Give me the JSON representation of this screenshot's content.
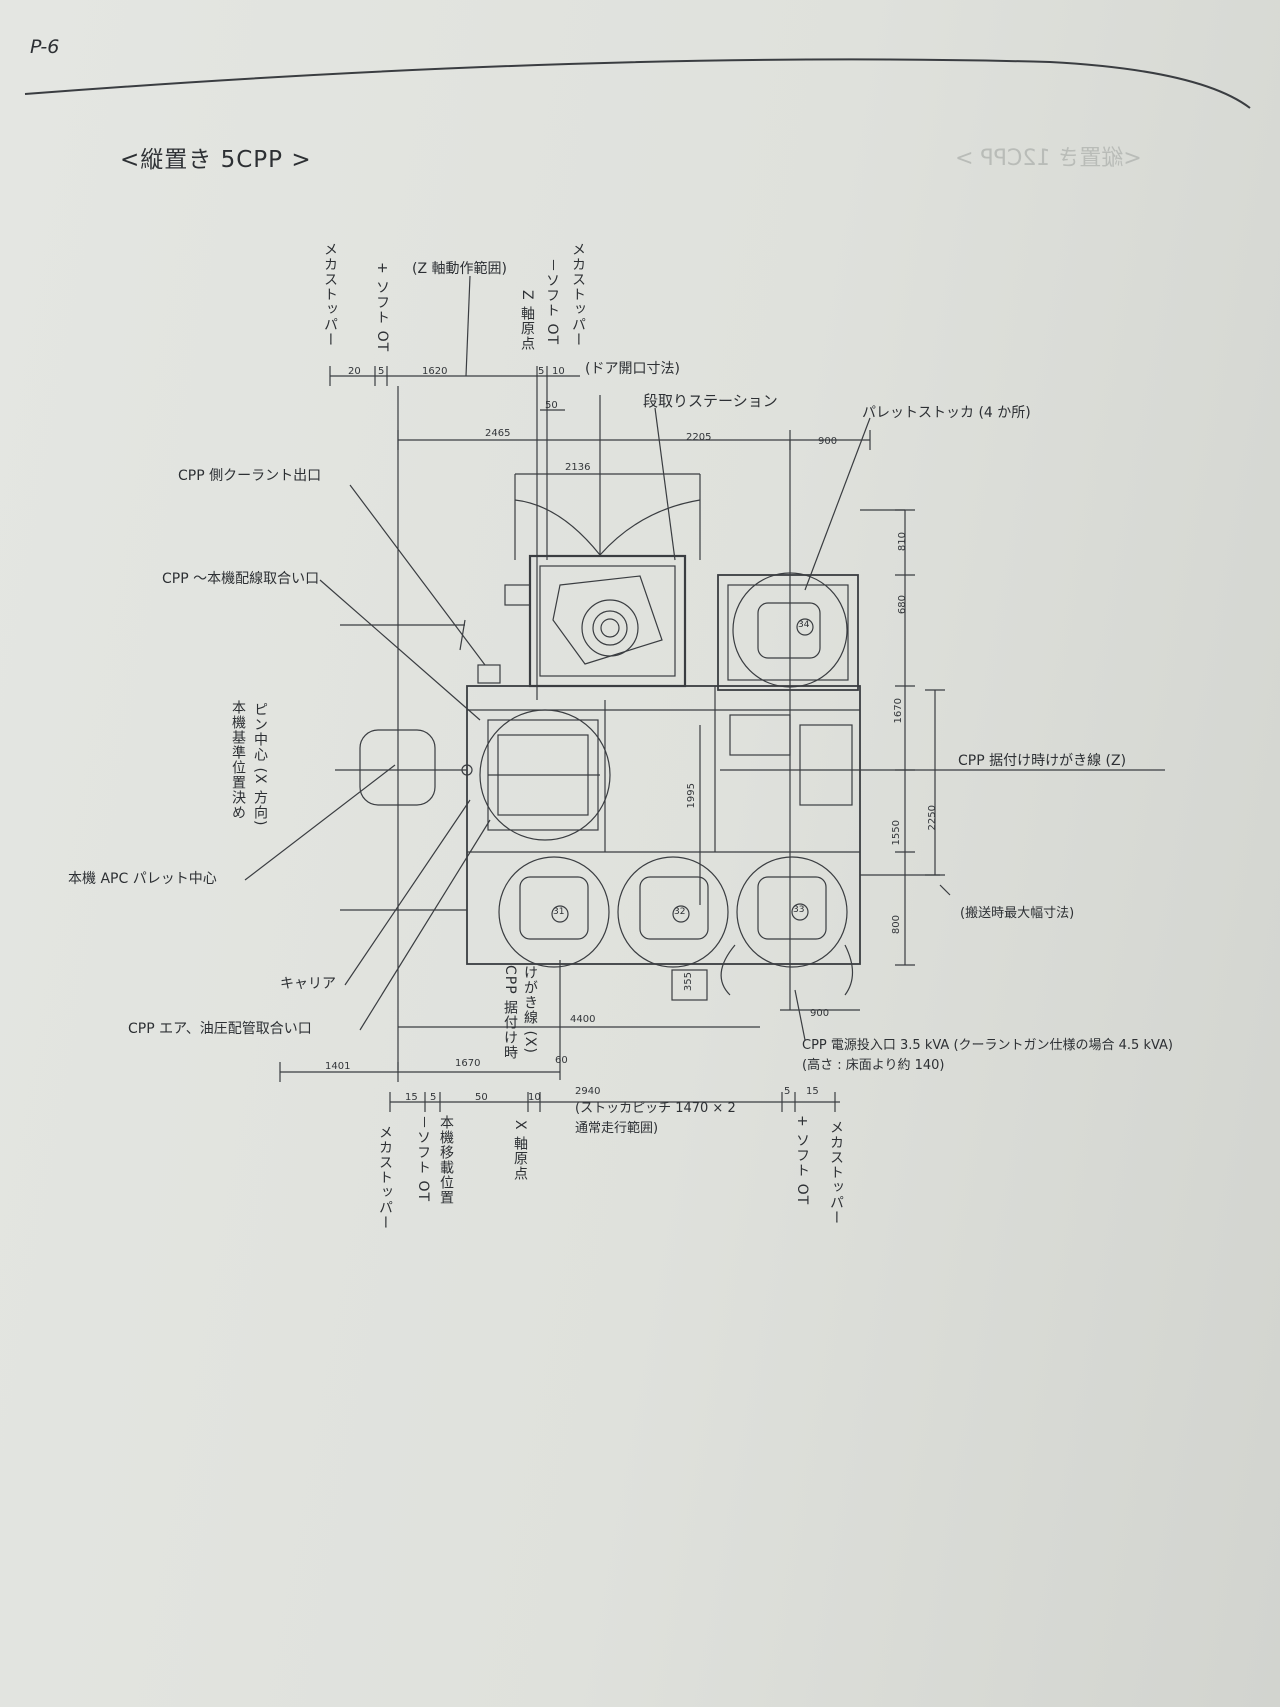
{
  "page_number": "P-6",
  "title": "<縦置き 5CPP >",
  "mirrored_bleed_text": "<縦置き 12CPP >",
  "labels": {
    "z_range": "(Z 軸動作範囲)",
    "door_open": "(ドア開口寸法)",
    "setup_station": "段取りステーション",
    "pallet_stocker": "パレットストッカ (4 か所)",
    "cpp_coolant": "CPP 側クーラント出口",
    "cpp_wiring": "CPP ～本機配線取合い口",
    "base_pin_1": "本機基準位置決め",
    "base_pin_2": "ピン中心 (X 方向)",
    "apc_center": "本機 APC パレット中心",
    "carrier": "キャリア",
    "cpp_air": "CPP エア、油圧配管取合い口",
    "cpp_mark_z": "CPP 据付け時けがき線 (Z)",
    "transport_width": "(搬送時最大幅寸法)",
    "cpp_mark_x_1": "CPP 据付け時",
    "cpp_mark_x_2": "けがき線 (X)",
    "power_1": "CPP 電源投入口 3.5 kVA (クーラントガン仕様の場合 4.5 kVA)",
    "power_2": "(高さ : 床面より約 140)",
    "stocker_pitch_1": "(ストッカピッチ 1470 × 2",
    "stocker_pitch_2": "通常走行範囲)"
  },
  "top_vertical_labels": {
    "mecha_stopper_l": "メカストッパー",
    "soft_ot_plus": "+ ソフト OT",
    "z_origin": "Z 軸原点",
    "soft_ot_minus": "－ソフト OT",
    "mecha_stopper_r": "メカストッパー"
  },
  "bottom_vertical_labels": {
    "mecha_stopper_l": "メカストッパー",
    "soft_ot_minus": "－ソフト OT",
    "transfer_pos": "本機移載位置",
    "x_origin": "X 軸原点",
    "soft_ot_plus": "+ ソフト OT",
    "mecha_stopper_r": "メカストッパー"
  },
  "dimensions": {
    "top_20": "20",
    "top_5a": "5",
    "top_1620": "1620",
    "top_5b": "5",
    "top_10": "10",
    "top_50": "50",
    "top_2465": "2465",
    "top_2205": "2205",
    "top_900": "900",
    "top_2136": "2136",
    "r_810": "810",
    "r_680": "680",
    "r_1670": "1670",
    "r_1550": "1550",
    "r_2250": "2250",
    "r_800": "800",
    "c_1995": "1995",
    "c_355": "355",
    "b_900": "900",
    "b_4400": "4400",
    "b_1401": "1401",
    "b_1670": "1670",
    "b_60": "60",
    "b_15a": "15",
    "b_5a": "5",
    "b_50": "50",
    "b_10": "10",
    "b_2940": "2940",
    "b_5b": "5",
    "b_15b": "15"
  },
  "stations": [
    "31",
    "32",
    "33",
    "34"
  ]
}
